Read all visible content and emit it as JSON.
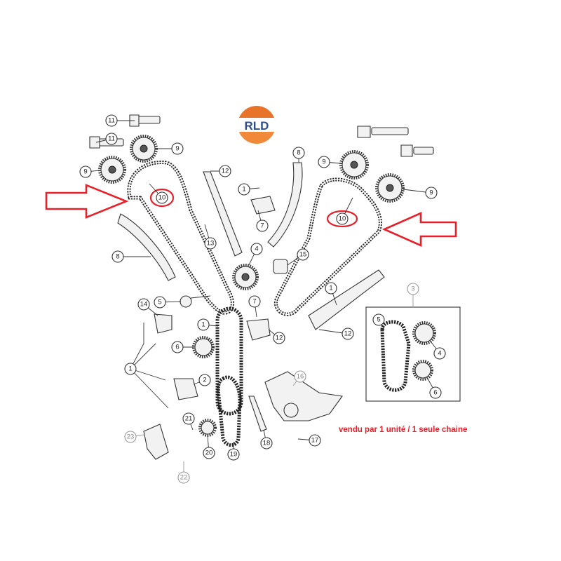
{
  "logo": {
    "text": "RLD",
    "colors": {
      "top": "#e8742a",
      "bottom": "#f08a3a",
      "band": "#ffffff",
      "text": "#2f4f86"
    }
  },
  "note": {
    "text": "vendu par 1 unité / 1 seule chaine",
    "color": "#e8202a"
  },
  "highlight_color": "#e8202a",
  "callouts": [
    {
      "label": "11"
    },
    {
      "label": "11"
    },
    {
      "label": "9"
    },
    {
      "label": "9"
    },
    {
      "label": "10"
    },
    {
      "label": "12"
    },
    {
      "label": "1"
    },
    {
      "label": "7"
    },
    {
      "label": "8"
    },
    {
      "label": "9"
    },
    {
      "label": "9"
    },
    {
      "label": "10"
    },
    {
      "label": "8"
    },
    {
      "label": "13"
    },
    {
      "label": "4"
    },
    {
      "label": "15"
    },
    {
      "label": "1"
    },
    {
      "label": "7"
    },
    {
      "label": "14"
    },
    {
      "label": "5"
    },
    {
      "label": "1"
    },
    {
      "label": "12"
    },
    {
      "label": "12"
    },
    {
      "label": "6"
    },
    {
      "label": "1"
    },
    {
      "label": "2"
    },
    {
      "label": "3"
    },
    {
      "label": "5"
    },
    {
      "label": "4"
    },
    {
      "label": "6"
    },
    {
      "label": "16"
    },
    {
      "label": "21"
    },
    {
      "label": "23"
    },
    {
      "label": "20"
    },
    {
      "label": "19"
    },
    {
      "label": "18"
    },
    {
      "label": "17"
    },
    {
      "label": "22"
    }
  ]
}
